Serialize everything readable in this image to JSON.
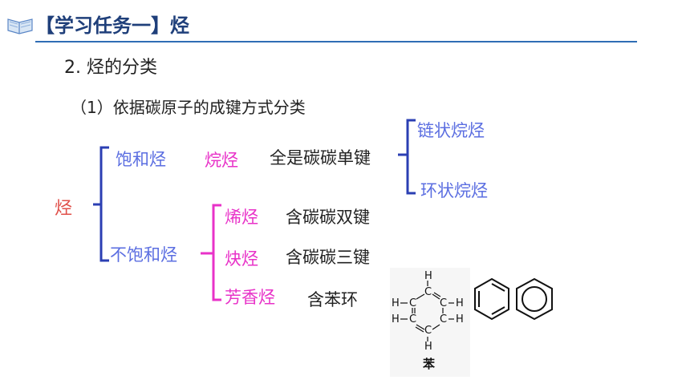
{
  "header": {
    "title": "【学习任务一】烃",
    "icon": "book-icon"
  },
  "section": {
    "title": "2. 烃的分类",
    "subtitle": "（1）依据碳原子的成键方式分类"
  },
  "tree": {
    "root": "烃",
    "saturated": {
      "label": "饱和烃",
      "type": "烷烃",
      "desc": "全是碳碳单键",
      "children": [
        "链状烷烃",
        "环状烷烃"
      ]
    },
    "unsaturated": {
      "label": "不饱和烃",
      "items": [
        {
          "type": "烯烃",
          "desc": "含碳碳双键"
        },
        {
          "type": "炔烃",
          "desc": "含碳碳三键"
        },
        {
          "type": "芳香烃",
          "desc": "含苯环"
        }
      ]
    }
  },
  "benzene": {
    "caption": "苯"
  },
  "colors": {
    "bracket": "#2b3fb3",
    "pink": "#e832c8",
    "blue": "#5b6ee1",
    "red": "#e0504a",
    "rule": "#2f6db5"
  }
}
